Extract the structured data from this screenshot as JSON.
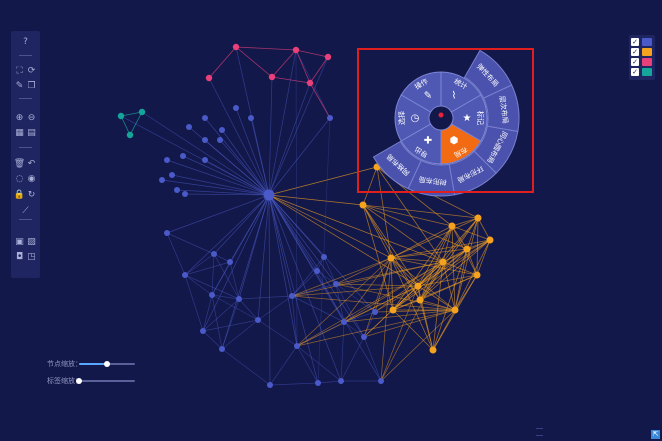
{
  "toolbar": {
    "buttons": [
      {
        "name": "help-icon",
        "glyph": "?"
      },
      {
        "name": "fit-view-icon",
        "glyph": "⛶"
      },
      {
        "name": "refresh-layout-icon",
        "glyph": "⟳"
      },
      {
        "name": "select-tool-icon",
        "glyph": "✎"
      },
      {
        "name": "copy-icon",
        "glyph": "❐"
      },
      {
        "name": "zoom-in-icon",
        "glyph": "⊕"
      },
      {
        "name": "zoom-out-icon",
        "glyph": "⊖"
      },
      {
        "name": "grid-icon",
        "glyph": "▦"
      },
      {
        "name": "table-icon",
        "glyph": "▤"
      },
      {
        "name": "delete-icon",
        "glyph": "🗑"
      },
      {
        "name": "undo-icon",
        "glyph": "↶"
      },
      {
        "name": "hide-icon",
        "glyph": "◌"
      },
      {
        "name": "show-icon",
        "glyph": "◉"
      },
      {
        "name": "lock-icon",
        "glyph": "🔒"
      },
      {
        "name": "rotate-icon",
        "glyph": "↻"
      },
      {
        "name": "line-tool-icon",
        "glyph": "⟋"
      },
      {
        "name": "save-icon",
        "glyph": "▣"
      },
      {
        "name": "image-icon",
        "glyph": "▨"
      },
      {
        "name": "camera-icon",
        "glyph": "◘"
      },
      {
        "name": "export-icon",
        "glyph": "◳"
      }
    ]
  },
  "legend": {
    "items": [
      {
        "name": "legend-category-blue",
        "color": "#4a5ac8",
        "checked": "✓"
      },
      {
        "name": "legend-category-orange",
        "color": "#f5a21e",
        "checked": "✓"
      },
      {
        "name": "legend-category-pink",
        "color": "#e8407a",
        "checked": "✓"
      },
      {
        "name": "legend-category-teal",
        "color": "#15a59a",
        "checked": "✓"
      }
    ]
  },
  "sliders": {
    "node_size": {
      "label": "节点缩放：",
      "value": 0.5
    },
    "label_size": {
      "label": "标签缩放：",
      "value": 0.0
    }
  },
  "radial_menu": {
    "inner": [
      {
        "label": "操作",
        "icon": "wrench-icon"
      },
      {
        "label": "统计",
        "icon": "chart-icon"
      },
      {
        "label": "标记",
        "icon": "star-icon"
      },
      {
        "label": "布局",
        "icon": "layout-icon",
        "active": true
      },
      {
        "label": "导出",
        "icon": "share-icon"
      },
      {
        "label": "选择",
        "icon": "clock-icon"
      }
    ],
    "outer": [
      {
        "label": "弹性布局"
      },
      {
        "label": "层次布局"
      },
      {
        "label": "同心圆布局"
      },
      {
        "label": "环形布局"
      },
      {
        "label": "树形布局"
      },
      {
        "label": "网格布局"
      }
    ]
  },
  "colors": {
    "background": "#13184a",
    "blue_node": "#4a5ac8",
    "blue_edge": "#4e5fd0",
    "orange_node": "#f5a21e",
    "pink_node": "#e8407a",
    "teal_node": "#15a59a",
    "menu_fill": "#4f58b2",
    "menu_active": "#f26a12",
    "highlight_box": "#e01e1e"
  },
  "corner_button": {
    "glyph": "⇱"
  }
}
